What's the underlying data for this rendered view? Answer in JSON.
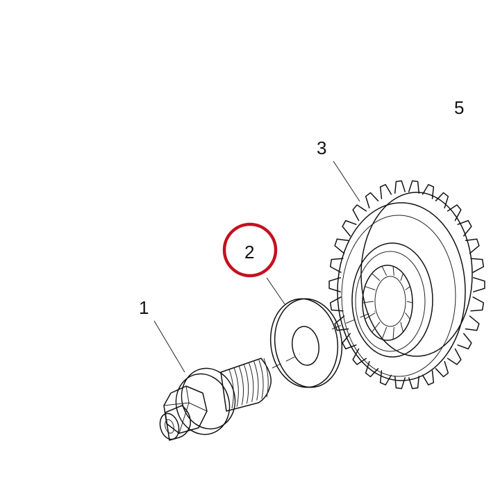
{
  "diagram": {
    "callouts": {
      "part_1": "1",
      "part_2": "2",
      "part_3": "3",
      "part_5_partial": "5"
    },
    "colors": {
      "highlight": "#c4101e",
      "ink": "#111111",
      "background": "#ffffff"
    },
    "highlighted_part": "2"
  }
}
